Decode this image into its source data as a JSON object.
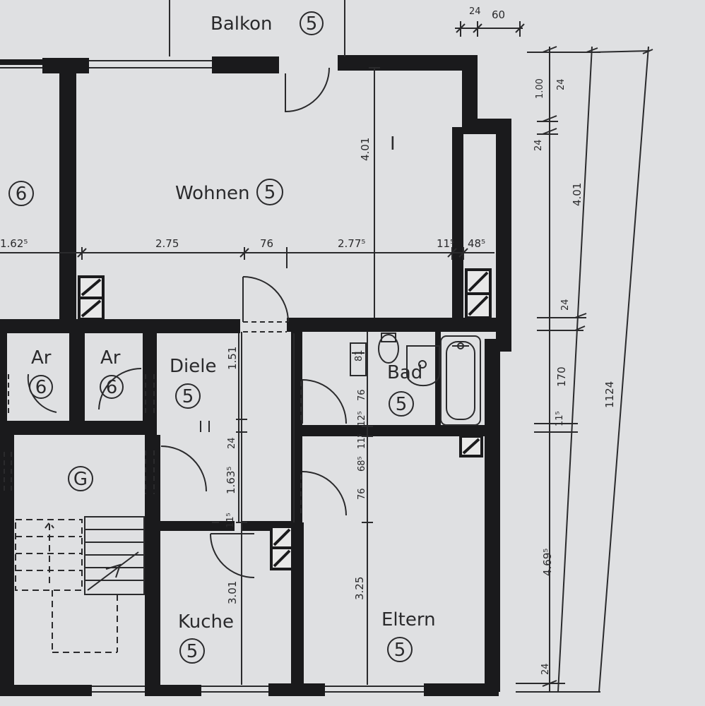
{
  "rooms": {
    "balkon": {
      "name": "Balkon",
      "num": "5"
    },
    "wohnen": {
      "name": "Wohnen",
      "num": "5"
    },
    "left_room": {
      "num": "6"
    },
    "ar1": {
      "name": "Ar",
      "num": "6"
    },
    "ar2": {
      "name": "Ar",
      "num": "6"
    },
    "diele": {
      "name": "Diele",
      "num": "5"
    },
    "bad": {
      "name": "Bad",
      "num": "5"
    },
    "stair": {
      "num": "G"
    },
    "kuche": {
      "name": "Kuche",
      "num": "5"
    },
    "eltern": {
      "name": "Eltern",
      "num": "5"
    }
  },
  "dimensions": {
    "top_24": "24",
    "top_60": "60",
    "d_162": "1.62⁵",
    "d_275": "2.75",
    "d_76": "76",
    "d_2775": "2.77⁵",
    "d_115a": "11⁵",
    "d_485": "48⁵",
    "v_401": "4.01",
    "v_151": "1.51",
    "v_24": "24",
    "v_1635": "1.63⁵",
    "v_115": "11⁵",
    "v_301": "3.01",
    "v_76a": "76",
    "v_125": "12⁵",
    "v_115b": "11⁵",
    "v_685": "68⁵",
    "v_76b": "76",
    "v_325": "3.25",
    "v_81": "81",
    "r_100": "1.00",
    "r_24a": "24",
    "r_24b": "24",
    "r_401": "4.01",
    "r_24c": "24",
    "r_170": "170",
    "r_115": "11⁵",
    "r_4695": "4.69⁵",
    "r_24d": "24",
    "r_1124": "1124",
    "cursor": "I"
  },
  "colors": {
    "paper": "#dfe0e2",
    "wall": "#1a1a1c",
    "line": "#2a2a2c"
  }
}
